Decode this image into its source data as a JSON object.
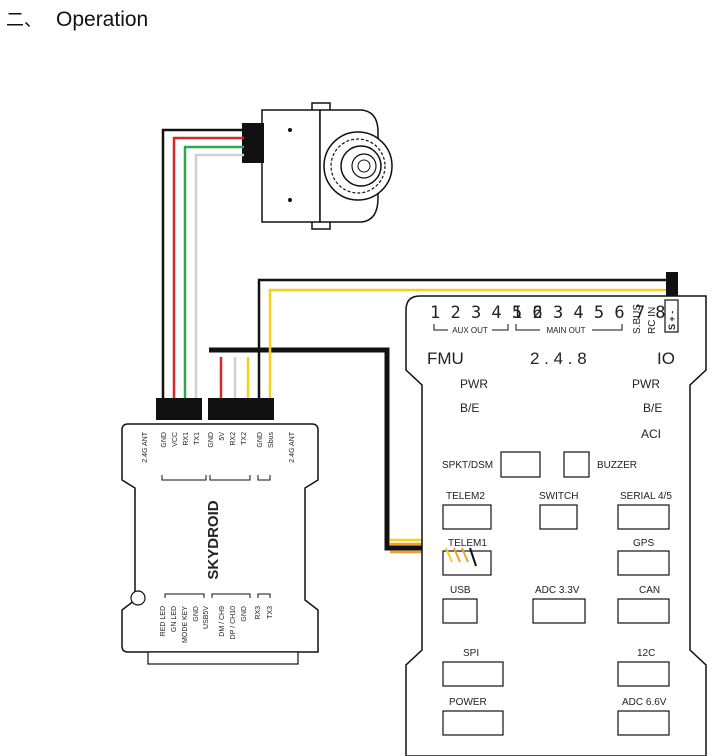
{
  "heading": {
    "number": "二、",
    "title": "Operation"
  },
  "receiver": {
    "brand": "SKYDROID",
    "top_pins": [
      "2.4G ANT",
      "GND",
      "VCC",
      "RX1",
      "TX1",
      "GND",
      "5V",
      "RX2",
      "TX2",
      "GND",
      "Sbus",
      "2.4G ANT"
    ],
    "bottom_pins": [
      "RED LED",
      "GN LED",
      "MODE KEY",
      "GND",
      "USB5V",
      "DM / CH9",
      "DP / CH10",
      "GND",
      "RX3",
      "TX3"
    ]
  },
  "fmu": {
    "aux_numbers": "1 2 3 4 5 6",
    "aux_label": "AUX OUT",
    "main_numbers": "1 2 3 4 5 6 7 8",
    "main_label": "MAIN OUT",
    "sbus": "S.BUS",
    "rc_in": "RC IN",
    "fmu_label": "FMU",
    "version": "2 . 4 . 8",
    "io_label": "IO",
    "left_status": [
      "PWR",
      "B/E"
    ],
    "right_status": [
      "PWR",
      "B/E",
      "ACI"
    ],
    "ports": {
      "spkt": "SPKT/DSM",
      "buzzer": "BUZZER",
      "telem2": "TELEM2",
      "switch": "SWITCH",
      "serial": "SERIAL 4/5",
      "telem1": "TELEM1",
      "gps": "GPS",
      "usb": "USB",
      "adc33": "ADC 3.3V",
      "can": "CAN",
      "spi": "SPI",
      "i2c": "12C",
      "power": "POWER",
      "adc66": "ADC 6.6V"
    },
    "rc_pins": "S + -"
  },
  "colors": {
    "wire_black": "#111111",
    "wire_red": "#d62a2a",
    "wire_green": "#2ea84a",
    "wire_white": "#cfcfcf",
    "wire_yellow": "#f2d21b",
    "wire_orange": "#f0a030"
  }
}
